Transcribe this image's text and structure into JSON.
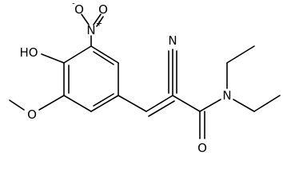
{
  "diagram": {
    "type": "chemical-structure",
    "labels": {
      "nitro_oxide": "O",
      "nitro_charge_neg": "-",
      "nitro_oxygen": "O",
      "nitro_nitrogen": "N",
      "nitro_charge_pos": "+",
      "hydroxyl": "HO",
      "methoxy_oxygen": "O",
      "nitrile_nitrogen": "N",
      "amide_nitrogen": "N",
      "carbonyl_oxygen": "O"
    }
  }
}
